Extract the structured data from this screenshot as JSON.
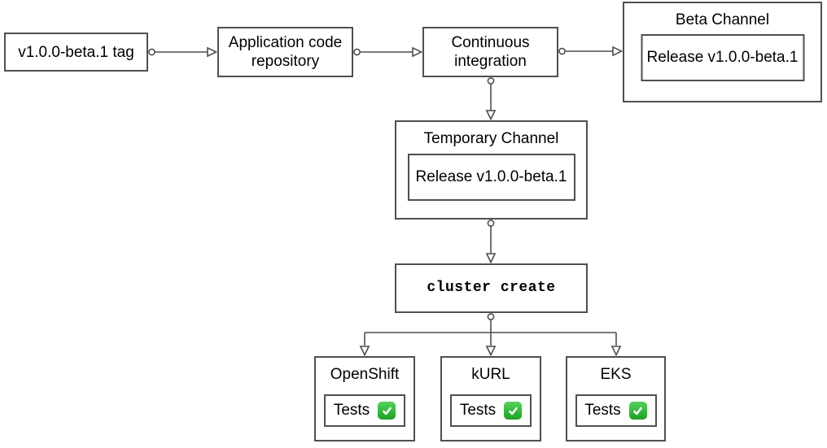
{
  "diagram": {
    "tag_box": {
      "label": "v1.0.0-beta.1 tag"
    },
    "repo_box": {
      "label": "Application code repository"
    },
    "ci_box": {
      "label": "Continuous integration"
    },
    "beta_channel": {
      "title": "Beta Channel",
      "release_label": "Release v1.0.0-beta.1"
    },
    "temporary_channel": {
      "title": "Temporary Channel",
      "release_label": "Release v1.0.0-beta.1"
    },
    "cluster_create_box": {
      "label": "cluster create"
    },
    "clusters": [
      {
        "title": "OpenShift",
        "tests_label": "Tests",
        "tests_status": "passed",
        "status_icon": "check-icon"
      },
      {
        "title": "kURL",
        "tests_label": "Tests",
        "tests_status": "passed",
        "status_icon": "check-icon"
      },
      {
        "title": "EKS",
        "tests_label": "Tests",
        "tests_status": "passed",
        "status_icon": "check-icon"
      }
    ],
    "colors": {
      "border": "#4f4f4f",
      "background": "#ffffff",
      "text": "#000000",
      "check_green": "#1ba321",
      "check_mark": "#ffffff"
    }
  }
}
